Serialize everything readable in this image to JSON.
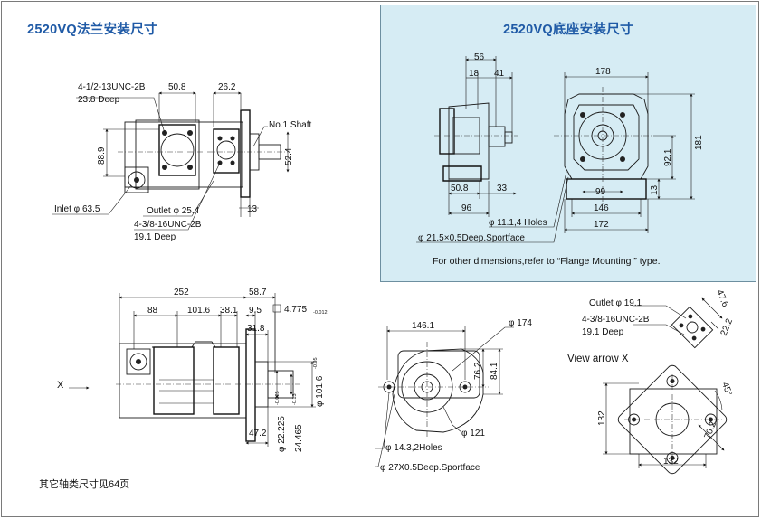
{
  "titles": {
    "flange": "2520VQ法兰安装尺寸",
    "foot": "2520VQ底座安装尺寸"
  },
  "note": "For other dimensions,refer to “Flange Mounting ” type.",
  "footer": "其它轴类尺寸见64页",
  "flange_side_view": {
    "labels": {
      "port_thread": "4-1/2-13UNC-2B",
      "port_depth": "23.8 Deep",
      "dim_a": "50.8",
      "dim_b": "26.2",
      "shaft": "No.1 Shaft",
      "dim_c": "88.9",
      "dim_d": "52.4",
      "inlet": "Inlet φ 63.5",
      "outlet": "Outlet φ 25.4",
      "outlet_thread": "4-3/8-16UNC-2B",
      "outlet_depth": "19.1 Deep",
      "dim_e": "13"
    }
  },
  "foot_side_view": {
    "labels": {
      "d56": "56",
      "d18": "18",
      "d41": "41",
      "d508": "50.8",
      "d33": "33",
      "d96": "96"
    }
  },
  "foot_front_view": {
    "labels": {
      "d178": "178",
      "d181": "181",
      "d921": "92.1",
      "d99": "99",
      "d13": "13",
      "d146": "146",
      "d172": "172",
      "holes": "φ 11.1,4 Holes",
      "spotface": "φ 21.5×0.5Deep.Sportface"
    }
  },
  "flange_top_view": {
    "labels": {
      "d252": "252",
      "d587": "58.7",
      "d88": "88",
      "d1016": "101.6",
      "d381": "38.1",
      "d95": "9.5",
      "d318": "31.8",
      "key": "4.775",
      "key_tol": "-0.012",
      "x_arrow": "X",
      "d472": "47.2",
      "shaft_dia": "φ 22.225",
      "shaft_tol": "-0.025",
      "d24465": "24.465",
      "d24465_tol": "-0.13",
      "pilot": "φ 101.6",
      "pilot_tol": "-0.05"
    }
  },
  "flange_front_view": {
    "labels": {
      "d1461": "146.1",
      "d174": "φ 174",
      "d762": "76.2",
      "d841": "84.1",
      "d121": "φ 121",
      "holes": "φ 14.3,2Holes",
      "spotface": "φ 27X0.5Deep.Sportface"
    }
  },
  "view_x": {
    "labels": {
      "outlet": "Outlet φ 19.1",
      "thread": "4-3/8-16UNC-2B",
      "depth": "19.1 Deep",
      "d476": "47.6",
      "d222": "22.2",
      "title": "View arrow X",
      "angle": "45°",
      "d132v": "132",
      "d762": "76.2",
      "d132h": "132"
    }
  }
}
